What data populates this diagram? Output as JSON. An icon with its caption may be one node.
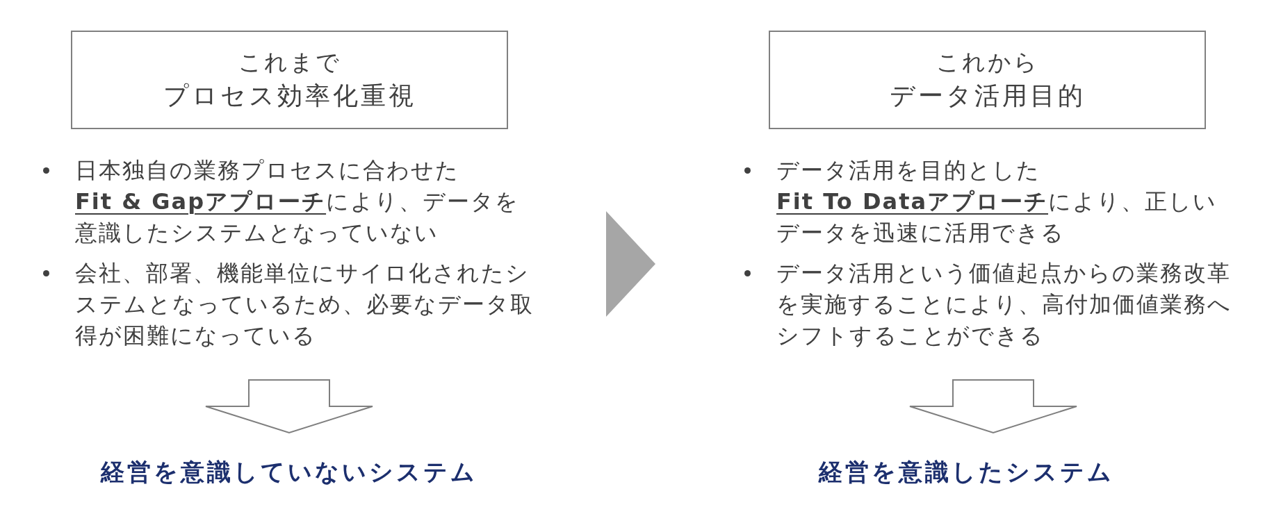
{
  "diagram": {
    "nodes": [
      {
        "text": [
          "これまで",
          "プロセス効率化重視"
        ]
      },
      {
        "text": [
          "日本独自の業務プロセスに合わせた**Fit & Gapアプローチ**により、データを意識したシステムとなっていない",
          "会社、部署、機能単位にサイロ化されたシステムとなっているため、必要なデータ取得が困難になっている"
        ]
      },
      {
        "text": [
          "経営を意識していないシステム"
        ]
      },
      {
        "text": [
          "これから",
          "データ活用目的"
        ]
      },
      {
        "text": [
          "データ活用を目的とした**Fit To Dataアプローチ**により、正しいデータを迅速に活用できる",
          "データ活用という価値起点からの業務改革を実施することにより、高付加価値業務へシフトすることができる"
        ]
      },
      {
        "text": [
          "経営を意識したシステム"
        ]
      }
    ],
    "edges": [
      {
        "from": 1,
        "to": 2,
        "arrow": "to"
      },
      {
        "from": 4,
        "to": 5,
        "arrow": "to"
      },
      {
        "from": 1,
        "to": 4,
        "arrow": "to",
        "style": "thick",
        "color": "#a6a6a6"
      }
    ]
  }
}
